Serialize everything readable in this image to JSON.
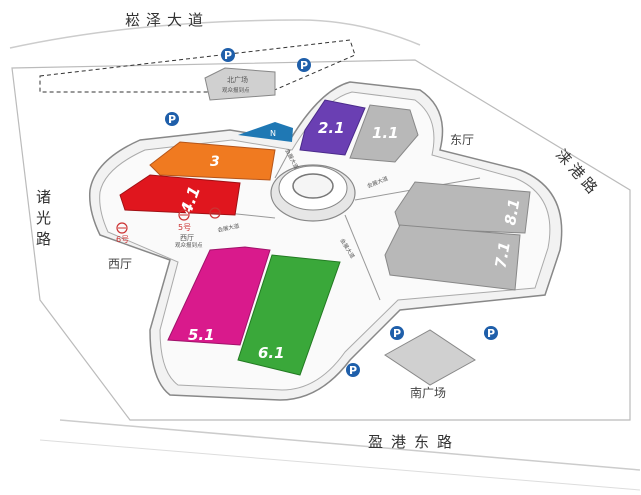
{
  "roads": {
    "north": "崧泽大道",
    "west": "诸光路",
    "east": "涞港路",
    "south": "盈港东路"
  },
  "halls": {
    "h3": {
      "label": "3",
      "color": "#f07a20"
    },
    "h41": {
      "label": "4.1",
      "color": "#e0161e"
    },
    "h21": {
      "label": "2.1",
      "color": "#6a3fb3"
    },
    "h11": {
      "label": "1.1",
      "color": "#b8b8b8"
    },
    "h81": {
      "label": "8.1",
      "color": "#b8b8b8"
    },
    "h71": {
      "label": "7.1",
      "color": "#b8b8b8"
    },
    "h51": {
      "label": "5.1",
      "color": "#d91a8c"
    },
    "h61": {
      "label": "6.1",
      "color": "#3aa83a"
    }
  },
  "plazas": {
    "north": {
      "title": "北广场",
      "sub": "观众报到点"
    },
    "south": {
      "title": "南广场"
    },
    "west": {
      "title": "西厅",
      "sub": "观众报到点"
    }
  },
  "labels": {
    "east_hall": "东厅",
    "west_hall": "西厅",
    "north_arrow": "N",
    "metro_5": "5号",
    "metro_6": "6号",
    "avenue": "会展大道"
  },
  "parking": {
    "letter": "P",
    "color": "#1f5faa"
  }
}
